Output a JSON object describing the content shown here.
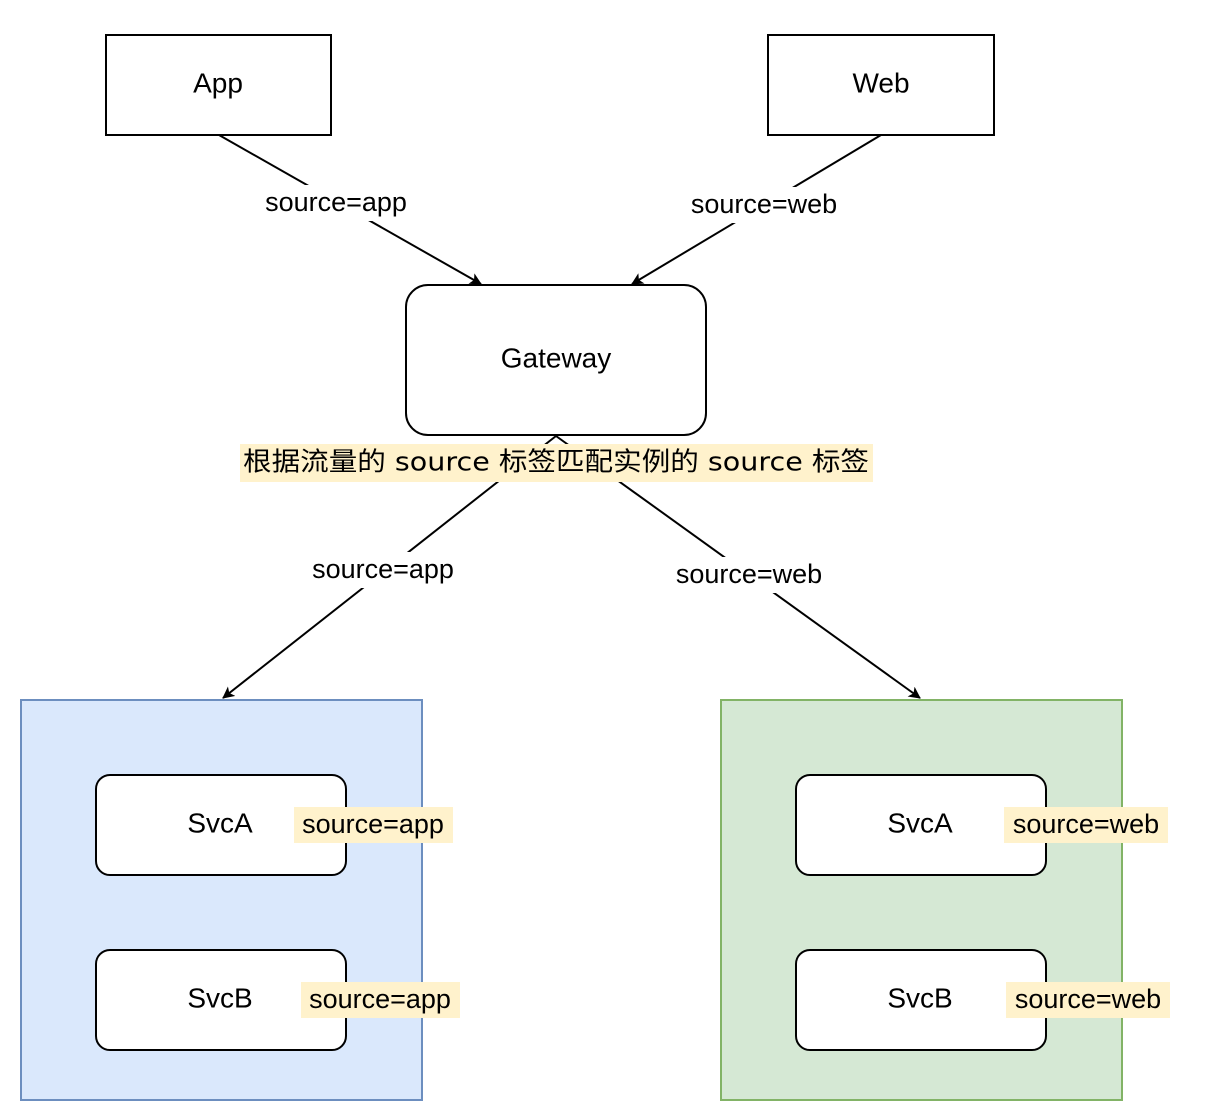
{
  "colors": {
    "stroke": "#000000",
    "background": "#ffffff",
    "group_app_fill": "#dae8fc",
    "group_app_stroke": "#6c8ebf",
    "group_web_fill": "#d5e8d4",
    "group_web_stroke": "#82b366",
    "label_highlight": "#fff2cc"
  },
  "clients": {
    "app": "App",
    "web": "Web"
  },
  "gateway": {
    "label": "Gateway",
    "routing_note": "根据流量的 source 标签匹配实例的 source 标签"
  },
  "edges": {
    "app_to_gateway": "source=app",
    "web_to_gateway": "source=web",
    "gateway_to_app_group": "source=app",
    "gateway_to_web_group": "source=web"
  },
  "groups": {
    "app": {
      "svc_a": {
        "label": "SvcA",
        "tag": "source=app"
      },
      "svc_b": {
        "label": "SvcB",
        "tag": "source=app"
      }
    },
    "web": {
      "svc_a": {
        "label": "SvcA",
        "tag": "source=web"
      },
      "svc_b": {
        "label": "SvcB",
        "tag": "source=web"
      }
    }
  }
}
